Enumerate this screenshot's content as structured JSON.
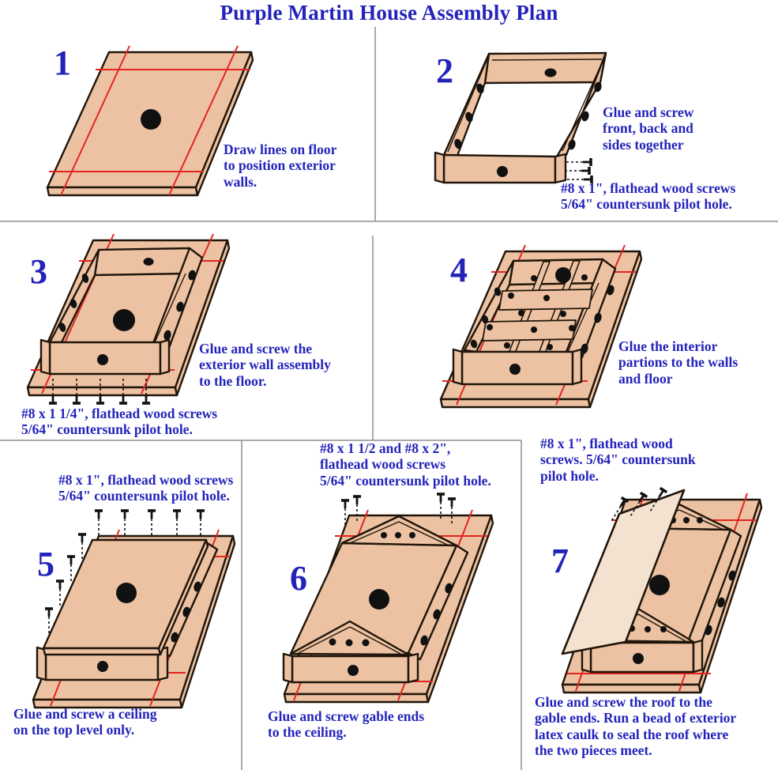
{
  "title": "Purple Martin House Assembly Plan",
  "colors": {
    "text_blue": "#2323bb",
    "wood_tan": "#ecc2a2",
    "roof_light": "#f3e2cf",
    "guide_line_red": "#e42520",
    "outline_dark": "#20150a",
    "divider_gray": "#8f8f8f"
  },
  "steps": [
    {
      "number": "1",
      "instruction": "Draw lines on floor\nto position exterior\nwalls."
    },
    {
      "number": "2",
      "instruction": "Glue and screw\nfront, back and\nsides together",
      "screw_spec": "#8 x 1\", flathead wood screws\n5/64\" countersunk pilot hole."
    },
    {
      "number": "3",
      "instruction": "Glue and screw the\nexterior wall assembly\nto the floor.",
      "screw_spec": "#8 x 1 1/4\", flathead wood screws\n5/64\" countersunk pilot hole."
    },
    {
      "number": "4",
      "instruction": "Glue the interior\npartions to the walls\nand floor"
    },
    {
      "number": "5",
      "instruction": "Glue and screw a ceiling\non the top level only.",
      "screw_spec": "#8 x 1\", flathead wood screws\n5/64\" countersunk pilot hole."
    },
    {
      "number": "6",
      "instruction": "Glue and screw gable ends\nto the ceiling.",
      "screw_spec": "#8 x 1 1/2 and #8 x 2\",\nflathead wood screws\n5/64\" countersunk pilot hole."
    },
    {
      "number": "7",
      "instruction": "Glue and screw the roof to the\ngable ends. Run a bead of exterior\nlatex caulk to seal the roof where\nthe two pieces meet.",
      "screw_spec": "#8 x 1\", flathead wood\nscrews. 5/64\" countersunk\npilot hole."
    }
  ]
}
